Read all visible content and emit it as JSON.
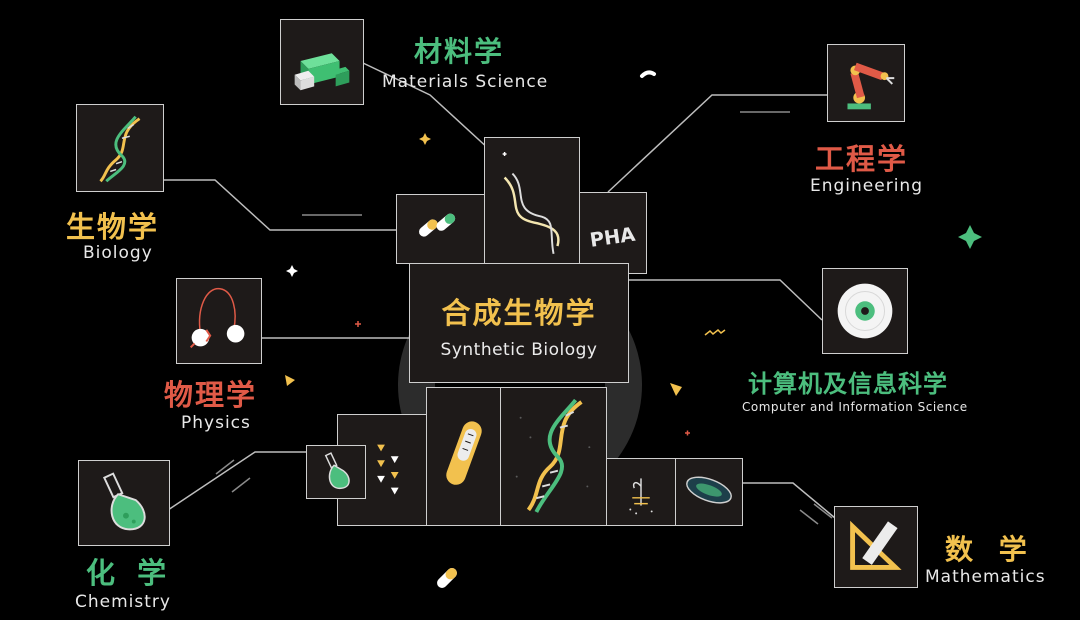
{
  "colors": {
    "background": "#000000",
    "tile": "#1e1a19",
    "tile_border": "#cfcfcf",
    "yellow": "#f2c14e",
    "green": "#4cbe7e",
    "red": "#e05a47",
    "line": "#bdbdbd"
  },
  "center": {
    "zh": "合成生物学",
    "en": "Synthetic Biology"
  },
  "fields": {
    "materials": {
      "zh": "材料学",
      "en": "Materials Science",
      "icon": "blocks-icon"
    },
    "biology": {
      "zh": "生物学",
      "en": "Biology",
      "icon": "dna-icon"
    },
    "engineering": {
      "zh": "工程学",
      "en": "Engineering",
      "icon": "robot-arm-icon"
    },
    "physics": {
      "zh": "物理学",
      "en": "Physics",
      "icon": "pendulum-icon"
    },
    "computer": {
      "zh": "计算机及信息科学",
      "en": "Computer and Information Science",
      "icon": "disc-icon"
    },
    "chemistry": {
      "zh": "化 学",
      "en": "Chemistry",
      "icon": "flask-icon"
    },
    "math": {
      "zh": "数 学",
      "en": "Mathematics",
      "icon": "set-square-icon"
    }
  },
  "pha_label": "PHA"
}
